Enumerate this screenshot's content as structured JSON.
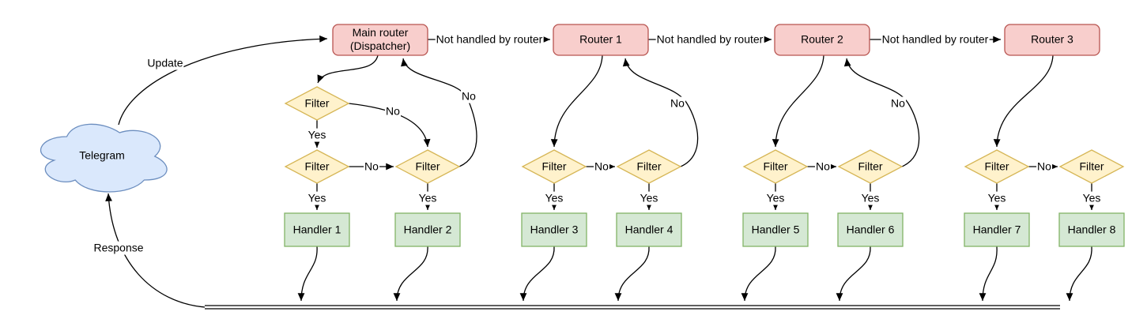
{
  "diagram": {
    "cloud": {
      "label": "Telegram"
    },
    "routers": [
      {
        "label": "Main router\n(Dispatcher)"
      },
      {
        "label": "Router 1"
      },
      {
        "label": "Router 2"
      },
      {
        "label": "Router 3"
      }
    ],
    "filter_label": "Filter",
    "handlers": [
      {
        "label": "Handler 1"
      },
      {
        "label": "Handler 2"
      },
      {
        "label": "Handler 3"
      },
      {
        "label": "Handler 4"
      },
      {
        "label": "Handler 5"
      },
      {
        "label": "Handler 6"
      },
      {
        "label": "Handler 7"
      },
      {
        "label": "Handler 8"
      }
    ],
    "edge_labels": {
      "update": "Update",
      "response": "Response",
      "not_handled": "Not handled by router",
      "yes": "Yes",
      "no": "No"
    },
    "colors": {
      "router_fill": "#f8cecc",
      "router_stroke": "#b85450",
      "filter_fill": "#fff2cc",
      "filter_stroke": "#d6b656",
      "handler_fill": "#d5e8d4",
      "handler_stroke": "#82b366",
      "cloud_fill": "#dae8fc",
      "cloud_stroke": "#6c8ebf",
      "edge": "#000000",
      "text": "#000000",
      "background": "#ffffff"
    }
  }
}
